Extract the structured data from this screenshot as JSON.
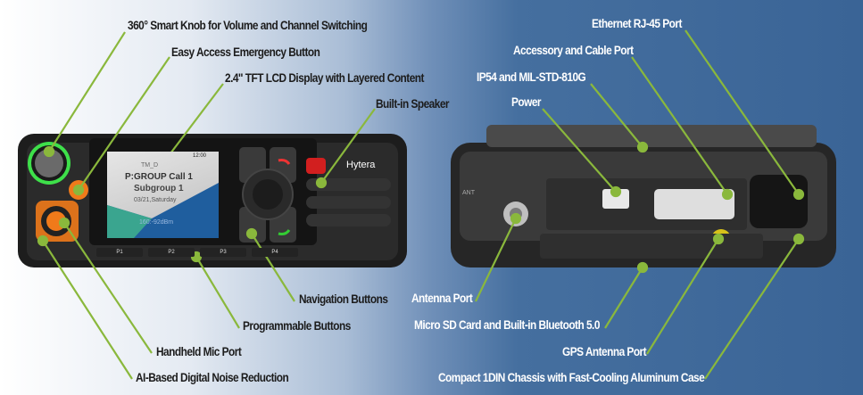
{
  "front_labels": [
    {
      "id": "knob",
      "text": "360° Smart Knob for Volume and Channel Switching"
    },
    {
      "id": "emergency",
      "text": "Easy Access Emergency Button"
    },
    {
      "id": "lcd",
      "text": "2.4\" TFT LCD Display with Layered Content"
    },
    {
      "id": "speaker",
      "text": "Built-in Speaker"
    },
    {
      "id": "navigation",
      "text": "Navigation Buttons"
    },
    {
      "id": "programmable",
      "text": "Programmable Buttons"
    },
    {
      "id": "mic",
      "text": "Handheld Mic Port"
    },
    {
      "id": "noise",
      "text": "AI-Based Digital Noise Reduction"
    }
  ],
  "rear_labels": [
    {
      "id": "ethernet",
      "text": "Ethernet RJ-45 Port"
    },
    {
      "id": "accessory",
      "text": "Accessory and Cable Port"
    },
    {
      "id": "ip54",
      "text": "IP54 and MIL-STD-810G"
    },
    {
      "id": "power",
      "text": "Power"
    },
    {
      "id": "antenna",
      "text": "Antenna Port"
    },
    {
      "id": "microsd",
      "text": "Micro SD Card and Built-in Bluetooth 5.0"
    },
    {
      "id": "gps",
      "text": "GPS Antenna Port"
    },
    {
      "id": "chassis",
      "text": "Compact 1DIN Chassis with Fast-Cooling Aluminum Case"
    }
  ],
  "device": {
    "brand": "Hytera",
    "screen": {
      "time": "12:00",
      "alias": "TM_D",
      "call": "P:GROUP Call 1",
      "subgroup": "Subgroup 1",
      "date": "03/21,Saturday",
      "signal": "160:-92dBm"
    },
    "soft_keys": [
      "P1",
      "P2",
      "P3",
      "P4"
    ],
    "rear_marking": "ANT"
  },
  "colors": {
    "leader_line": "#8ab83c",
    "accent_orange": "#f07a1a",
    "knob_ring": "#3ee04a"
  }
}
